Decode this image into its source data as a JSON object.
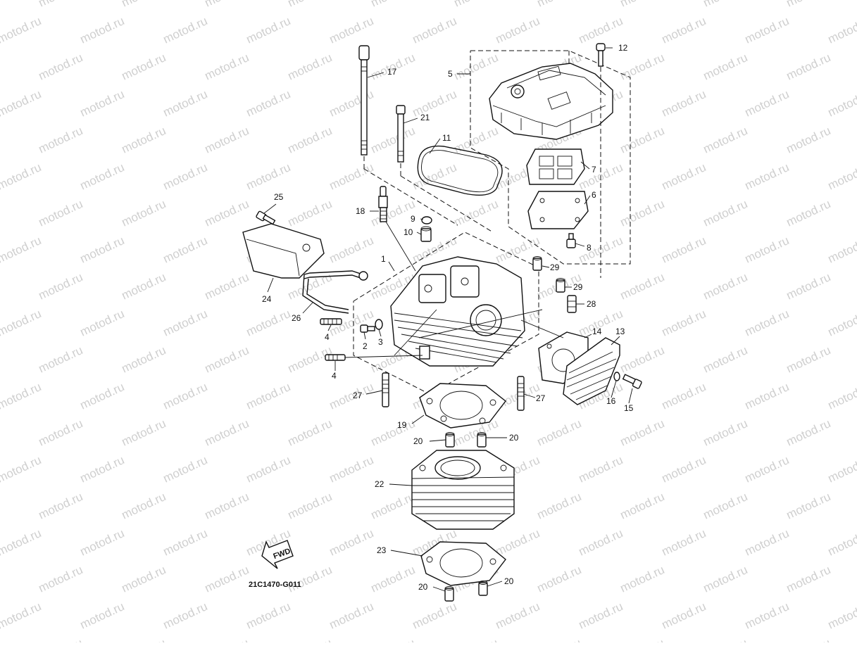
{
  "watermark": {
    "text": "motod.ru",
    "color": "#cfcfcf"
  },
  "diagram": {
    "code": "21C1470-G011",
    "fwd_label": "FWD"
  },
  "callouts": {
    "c1": "1",
    "c2": "2",
    "c3": "3",
    "c4a": "4",
    "c4b": "4",
    "c5": "5",
    "c6": "6",
    "c7": "7",
    "c8": "8",
    "c9": "9",
    "c10": "10",
    "c11": "11",
    "c12": "12",
    "c13": "13",
    "c14": "14",
    "c15": "15",
    "c16": "16",
    "c17": "17",
    "c18": "18",
    "c19": "19",
    "c20a": "20",
    "c20b": "20",
    "c20c": "20",
    "c20d": "20",
    "c21": "21",
    "c22": "22",
    "c23": "23",
    "c24": "24",
    "c25": "25",
    "c26": "26",
    "c27a": "27",
    "c27b": "27",
    "c28": "28",
    "c29a": "29",
    "c29b": "29"
  }
}
